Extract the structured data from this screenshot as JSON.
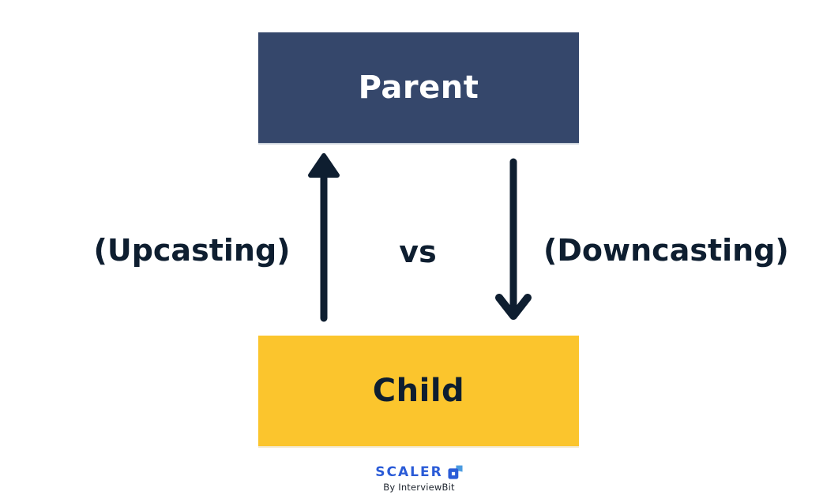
{
  "diagram": {
    "parent_box": {
      "label": "Parent"
    },
    "child_box": {
      "label": "Child"
    },
    "left_label": "(Upcasting)",
    "center_label": "vs",
    "right_label": "(Downcasting)"
  },
  "footer": {
    "brand": "SCALER",
    "byline": "By InterviewBit"
  },
  "colors": {
    "parent_box_bg": "#35476B",
    "parent_box_text": "#FFFFFF",
    "child_box_bg": "#FBC52D",
    "dark_navy": "#0E1E30",
    "brand_blue": "#2A5BD7",
    "brand_light_blue": "#4A9BE0"
  }
}
